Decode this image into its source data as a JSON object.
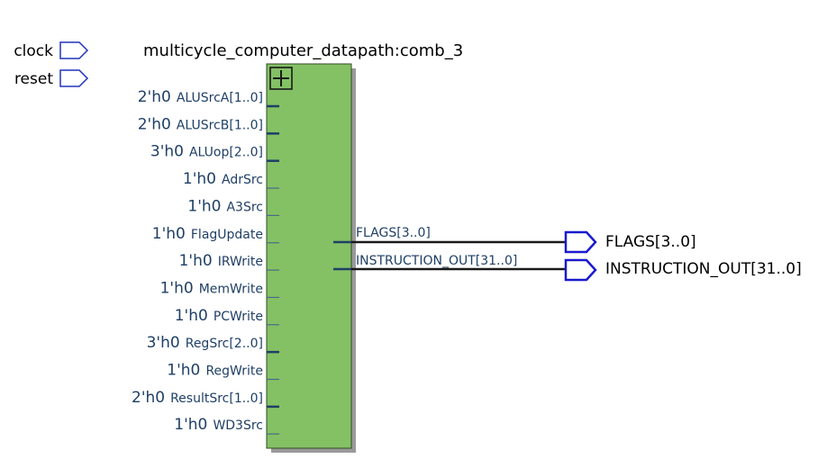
{
  "block": {
    "instance_name": "multicycle_computer_datapath:comb_3",
    "expand_icon": "plus-box-icon"
  },
  "inputs": [
    {
      "label": "clock"
    },
    {
      "label": "reset"
    }
  ],
  "block_ports": [
    {
      "const": "2'h0",
      "name": "ALUSrcA[1..0]",
      "bus": true
    },
    {
      "const": "2'h0",
      "name": "ALUSrcB[1..0]",
      "bus": true
    },
    {
      "const": "3'h0",
      "name": "ALUop[2..0]",
      "bus": true
    },
    {
      "const": "1'h0",
      "name": "AdrSrc",
      "bus": false
    },
    {
      "const": "1'h0",
      "name": "A3Src",
      "bus": false
    },
    {
      "const": "1'h0",
      "name": "FlagUpdate",
      "bus": false
    },
    {
      "const": "1'h0",
      "name": "IRWrite",
      "bus": false
    },
    {
      "const": "1'h0",
      "name": "MemWrite",
      "bus": false
    },
    {
      "const": "1'h0",
      "name": "PCWrite",
      "bus": false
    },
    {
      "const": "3'h0",
      "name": "RegSrc[2..0]",
      "bus": true
    },
    {
      "const": "1'h0",
      "name": "RegWrite",
      "bus": false
    },
    {
      "const": "2'h0",
      "name": "ResultSrc[1..0]",
      "bus": true
    },
    {
      "const": "1'h0",
      "name": "WD3Src",
      "bus": false
    }
  ],
  "block_outputs": [
    {
      "name": "FLAGS[3..0]",
      "pin": "FLAGS[3..0]"
    },
    {
      "name": "INSTRUCTION_OUT[31..0]",
      "pin": "INSTRUCTION_OUT[31..0]"
    }
  ],
  "colors": {
    "block_fill": "#84c165",
    "block_stroke": "#2f4a24",
    "block_shadow": "#9a9a9a",
    "wire": "#1a1a1a",
    "bus_stub": "#1f3f66",
    "pin_outline": "#1a1acc",
    "input_pin_outline": "#2233bb",
    "const_text": "#1f3f66"
  }
}
